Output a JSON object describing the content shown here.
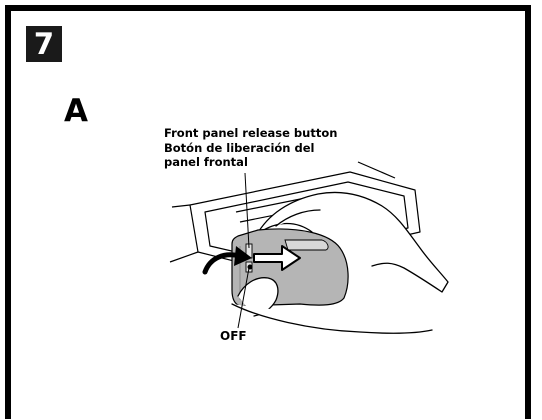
{
  "step": {
    "number": "7"
  },
  "section": {
    "label": "A"
  },
  "callouts": {
    "release_button_lines": [
      "Front panel release button",
      "Botón de liberación del",
      "panel frontal"
    ],
    "off_label": "OFF"
  },
  "colors": {
    "frame": "#000000",
    "badge": "#1a1a1a",
    "panel_face": "#b5b5b5",
    "panel_edge": "#8a8a8a"
  },
  "icons": {
    "arrow_left": "curved-arrow-left-icon",
    "arrow_right": "arrow-right-icon"
  }
}
